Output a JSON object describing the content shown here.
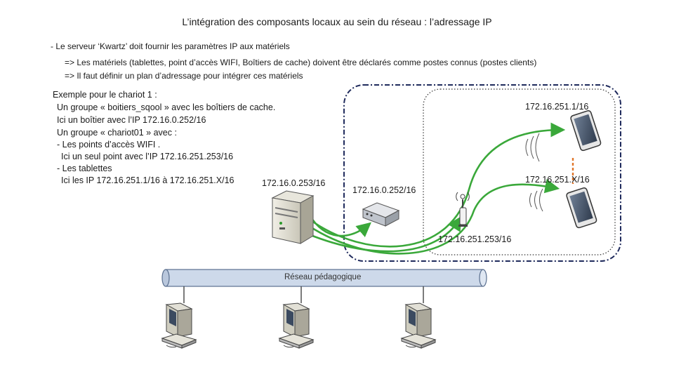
{
  "title": "L’intégration des composants locaux au sein du réseau : l’adressage IP",
  "intro": {
    "line1": "- Le serveur ‘Kwartz’ doit fournir les paramètres IP aux matériels",
    "line2": "=> Les matériels (tablettes, point d’accès WIFI, Boîtiers de cache) doivent être déclarés comme postes connus (postes clients)",
    "line3": "=> Il faut  définir un plan d’adressage pour intégrer ces matériels"
  },
  "example": {
    "heading": "Exemple pour le chariot 1 :",
    "lines": [
      "Un groupe « boitiers_sqool » avec les boîtiers de cache.",
      "Ici un boîtier avec l’IP 172.16.0.252/16",
      "Un groupe « chariot01 » avec :",
      "- Les points d’accès WIFI .",
      "Ici un seul point avec l’IP 172.16.251.253/16",
      "- Les tablettes",
      "Ici les IP 172.16.251.1/16 à 172.16.251.X/16"
    ]
  },
  "ip_labels": {
    "server": "172.16.0.253/16",
    "cache_box": "172.16.0.252/16",
    "tablet1": "172.16.251.1/16",
    "tablet2": "172.16.251.X/16",
    "access_point": "172.16.251.253/16"
  },
  "network_label": "Réseau pédagogique",
  "colors": {
    "link_green": "#3aa83a",
    "cart_border": "#1f2a5c",
    "pipe_fill": "#cdd9ea",
    "pipe_stroke": "#5a6f8f",
    "tablet_spacer": "#e0762a"
  },
  "icons": [
    "server-icon",
    "cache-box-icon",
    "wifi-access-point-icon",
    "tablet-icon",
    "desktop-computer-icon"
  ]
}
